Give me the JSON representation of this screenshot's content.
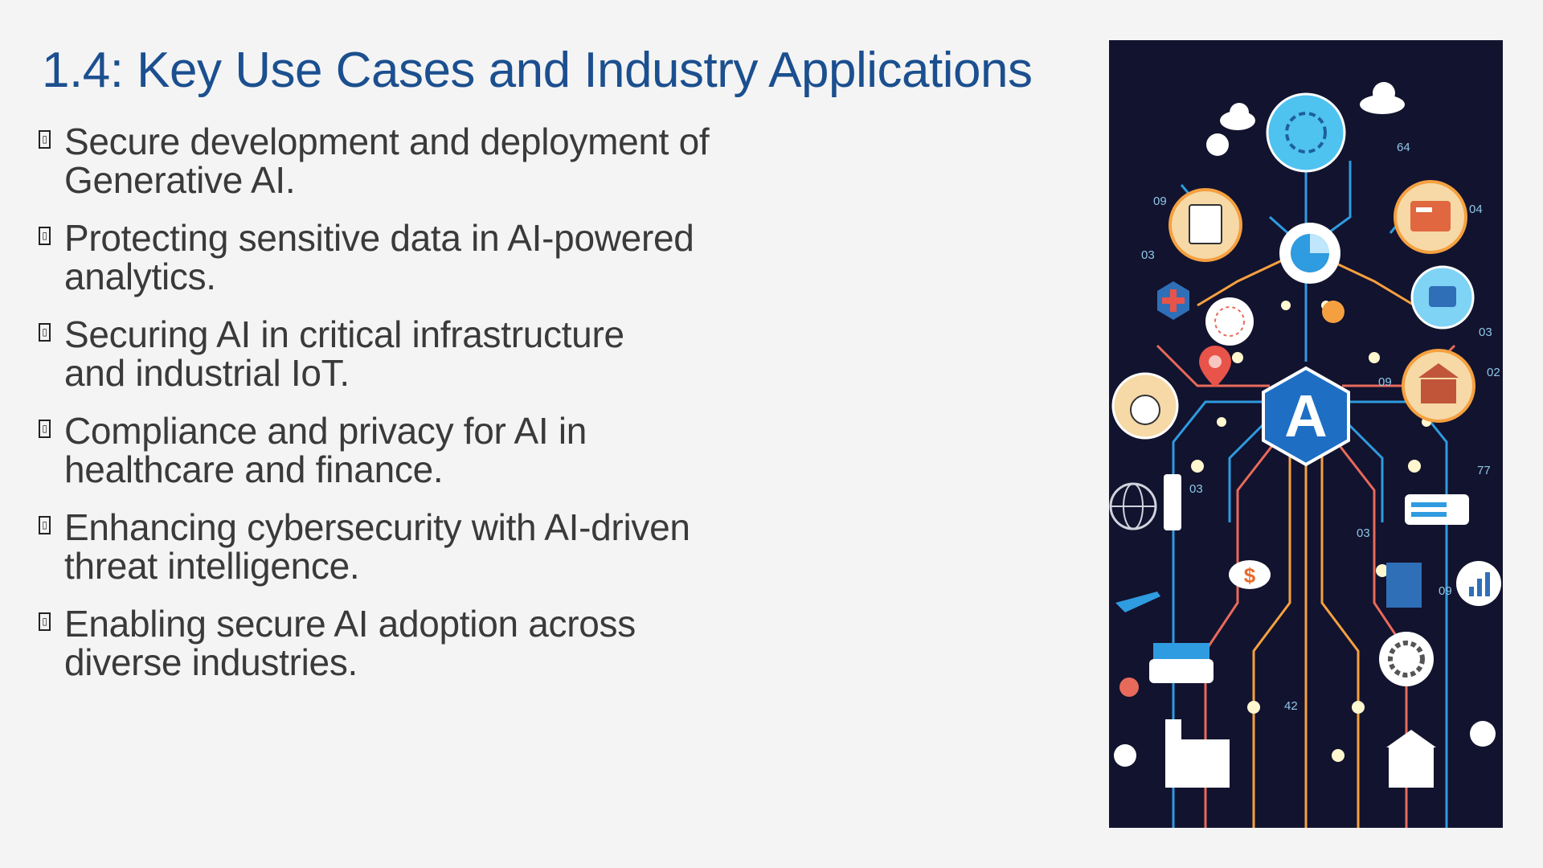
{
  "slide": {
    "title": "1.4: Key Use Cases and Industry Applications",
    "bullet_marker": "▯",
    "bullets": [
      {
        "line1": "Secure development and deployment of",
        "line2": "Generative AI."
      },
      {
        "line1": "Protecting sensitive data in AI-powered",
        "line2": "analytics."
      },
      {
        "line1": "Securing AI in critical infrastructure",
        "line2": "and industrial IoT."
      },
      {
        "line1": "Compliance and privacy for AI in",
        "line2": "healthcare and finance."
      },
      {
        "line1": "Enhancing cybersecurity with AI-driven",
        "line2": "threat intelligence."
      },
      {
        "line1": "Enabling secure AI adoption across",
        "line2": "diverse industries."
      }
    ]
  },
  "illustration": {
    "center_letter": "A",
    "dollar_symbol": "$",
    "numbers": [
      "64",
      "09",
      "04",
      "03",
      "03",
      "02",
      "09",
      "77",
      "03",
      "03",
      "09",
      "42"
    ],
    "colors": {
      "background": "#12132e",
      "orange": "#f5a040",
      "blue": "#2f9be0",
      "hex_fill": "#1e6fc4",
      "cream": "#f6d9a6"
    }
  }
}
